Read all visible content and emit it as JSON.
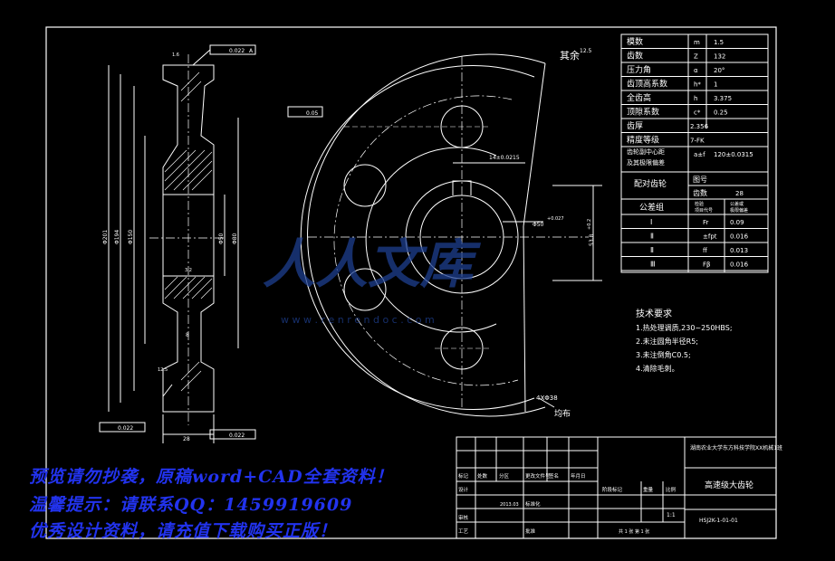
{
  "params_table": [
    {
      "label": "模数",
      "sym": "m",
      "val": "1.5"
    },
    {
      "label": "齿数",
      "sym": "Z",
      "val": "132"
    },
    {
      "label": "压力角",
      "sym": "α",
      "val": "20°"
    },
    {
      "label": "齿顶高系数",
      "sym": "h*",
      "val": "1"
    },
    {
      "label": "全齿高",
      "sym": "h",
      "val": "3.375"
    },
    {
      "label": "顶隙系数",
      "sym": "c*",
      "val": "0.25"
    },
    {
      "label": "齿厚",
      "sym": "",
      "val": "2.356"
    },
    {
      "label": "精度等级",
      "sym": "",
      "val": "7-FK"
    },
    {
      "label": "齿轮副中心距\n及其极限偏差",
      "sym": "a±f",
      "val": "120±0.0315"
    }
  ],
  "mating": {
    "label": "配对齿轮",
    "drawing_no": "图号",
    "teeth_label": "齿数",
    "teeth": "28"
  },
  "tolerance": {
    "header": "公差组",
    "col2": "检验\n项目代号",
    "col3": "公差或\n极限偏差",
    "rows": [
      {
        "group": "Ⅰ",
        "code": "Fr",
        "val": "0.09"
      },
      {
        "group": "Ⅱ",
        "code": "±fpt",
        "val": "0.016"
      },
      {
        "group": "Ⅱ",
        "code": "ff",
        "val": "0.013"
      },
      {
        "group": "Ⅲ",
        "code": "Fβ",
        "val": "0.016"
      }
    ]
  },
  "requirements": {
    "title": "技术要求",
    "items": [
      "1.热处理调质,230~250HBS;",
      "2.未注圆角半径R5;",
      "3.未注倒角C0.5;",
      "4.清除毛刺。"
    ]
  },
  "surface_note": "其余",
  "surface_ra": "12.5",
  "even_spread": "均布",
  "holes_note": "4XΦ38",
  "dims": {
    "keyway_width": "14±0.0215",
    "bore_dia": "Φ50",
    "bore_tol": "+0.027",
    "key_depth": "53.8",
    "key_depth_tol": "+0.2",
    "runout1": "0.022",
    "runout2": "0.05",
    "runout3": "0.022",
    "runout4": "0.022",
    "datum": "A",
    "width": "28",
    "tip_dia": "Φ201",
    "root_dia": "Φ194",
    "web_dia": "Φ150",
    "hub_dia": "Φ80",
    "bore2": "Φ50",
    "chamfer": "8",
    "ra1": "1.6",
    "ra2": "3.2",
    "ra3": "12.5"
  },
  "title_block": {
    "school": "湖南农业大学东方科技学院XX机械1班",
    "part_name": "高速级大齿轮",
    "drawing_code": "HSJ2K-1-01-01",
    "scale": "1:1",
    "sheet": "共 1 张 第 1 张",
    "labels": [
      "标记",
      "处数",
      "分区",
      "更改文件号",
      "签名",
      "年月日",
      "设计",
      "标准化",
      "阶段标记",
      "重量",
      "比例",
      "审核",
      "工艺",
      "批准"
    ],
    "date": "2013.03"
  },
  "watermark": {
    "text": "人人文库",
    "url": "w w w . r e n r e n d o c . c o m"
  },
  "promo": [
    "预览请勿抄袭，原稿word+CAD全套资料！",
    "温馨提示：请联系QQ：1459919609",
    "优秀设计资料，请充值下载购买正版！"
  ]
}
